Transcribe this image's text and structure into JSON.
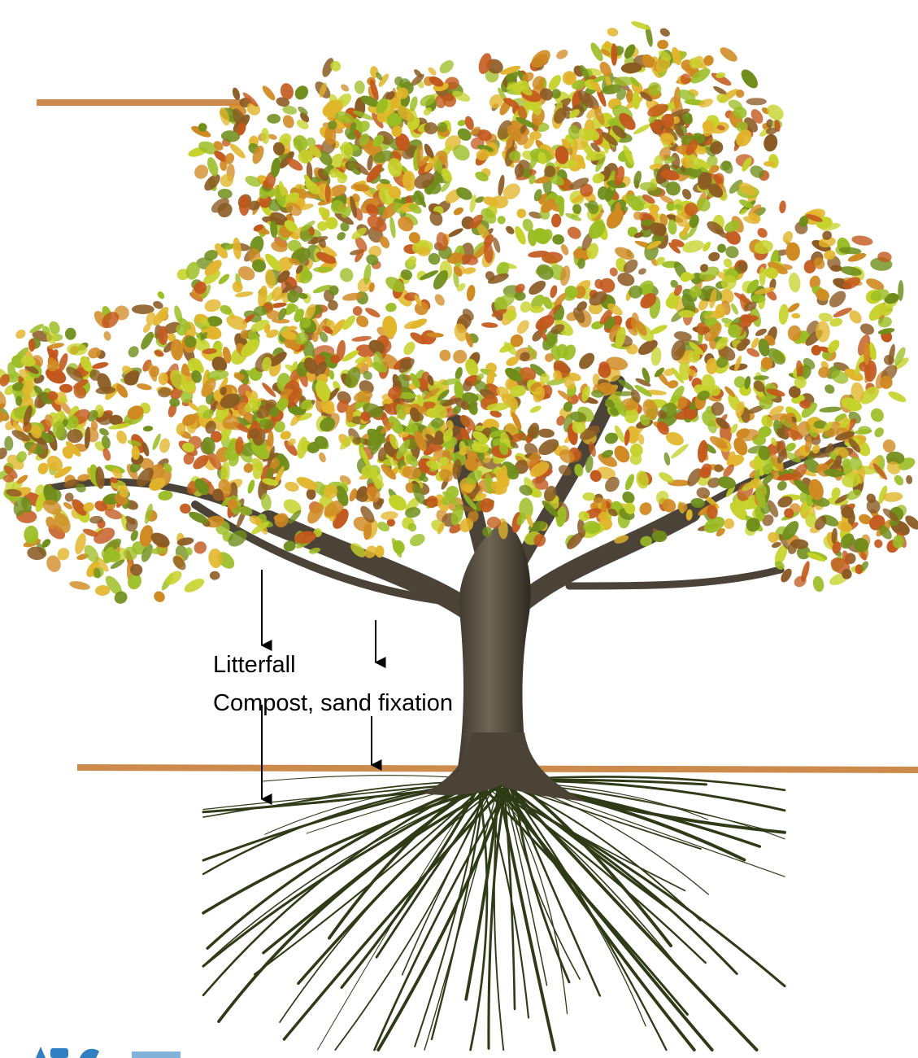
{
  "labels": {
    "litterfall": "Litterfall",
    "compost": "Compost, sand fixation"
  },
  "colors": {
    "boundary_line": "#cc8a4d",
    "arrow": "#000000",
    "trunk": "#5a5143",
    "root": "#2f3a16",
    "foliage": [
      "#9bbd24",
      "#c6d22a",
      "#d08a22",
      "#c3581c",
      "#6f8d1a",
      "#e2b52a",
      "#8a5a22"
    ],
    "brand_mark": "#2f7fc2"
  },
  "icons": [
    "tree-illustration",
    "roots-illustration",
    "arrow-down-icon"
  ]
}
